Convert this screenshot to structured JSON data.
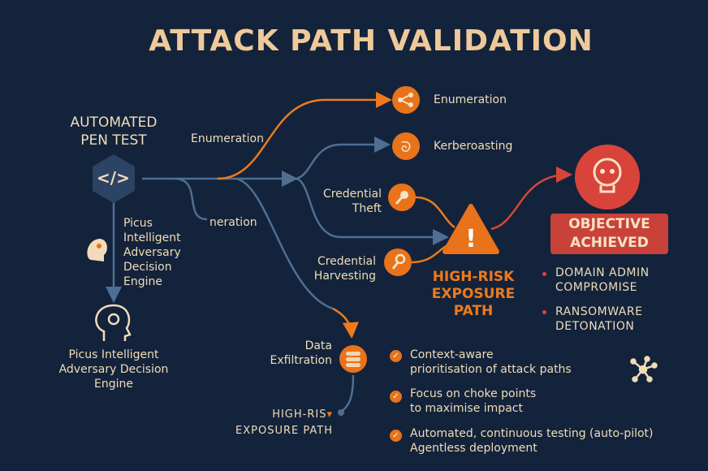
{
  "title": "ATTACK PATH VALIDATION",
  "source": {
    "line1": "AUTOMATED",
    "line2": "PEN TEST",
    "icon": "code-icon"
  },
  "engine_side": {
    "line1": "Picus",
    "line2": "Intelligent",
    "line3": "Adversary",
    "line4": "Decision",
    "line5": "Engine"
  },
  "engine_bottom": {
    "line1": "Picus Intelligent",
    "line2": "Adversary Decision",
    "line3": "Engine"
  },
  "path_labels": {
    "enumeration": "Enumeration",
    "neration": "neration"
  },
  "nodes": {
    "enumeration": "Enumeration",
    "kerberoasting": "Kerberoasting",
    "credential_theft": {
      "line1": "Credential",
      "line2": "Theft"
    },
    "credential_harvesting": {
      "line1": "Credential",
      "line2": "Harvesting"
    },
    "data_exfiltration": {
      "line1": "Data",
      "line2": "Exfiltration"
    }
  },
  "high_risk": {
    "line1": "HIGH-RISK",
    "line2": "EXPOSURE",
    "line3": "PATH"
  },
  "high_risk_small": {
    "line1": "HIGH-RIS",
    "line2": "EXPOSURE PATH"
  },
  "objective": {
    "line1": "OBJECTIVE",
    "line2": "ACHIEVED"
  },
  "outcomes": [
    {
      "line1": "DOMAIN ADMIN",
      "line2": "COMPROMISE"
    },
    {
      "line1": "RANSOMWARE",
      "line2": "DETONATION"
    }
  ],
  "benefits": [
    {
      "line1": "Context-aware",
      "line2": "prioritisation of attack paths"
    },
    {
      "line1": "Focus on choke points",
      "line2": "to maximise impact"
    },
    {
      "line1": "Automated, continuous testing (auto-pilot)",
      "line2": "Agentless deployment"
    }
  ],
  "colors": {
    "background": "#13233b",
    "accent": "#e8731a",
    "danger": "#c9423a",
    "text": "#f1dcb9",
    "line": "#4f6e93"
  }
}
